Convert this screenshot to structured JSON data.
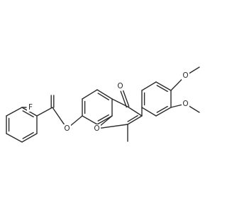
{
  "molecule": {
    "atom_labels": {
      "fluorine": "F",
      "ester_oxygen": "O",
      "ring_oxygen": "O",
      "ketone_oxygen": "O",
      "methoxy_oxygen_1": "O",
      "methoxy_oxygen_2": "O"
    },
    "colors": {
      "bond": "#2b2b2b",
      "label": "#2b2b2b",
      "background": "#ffffff"
    }
  }
}
